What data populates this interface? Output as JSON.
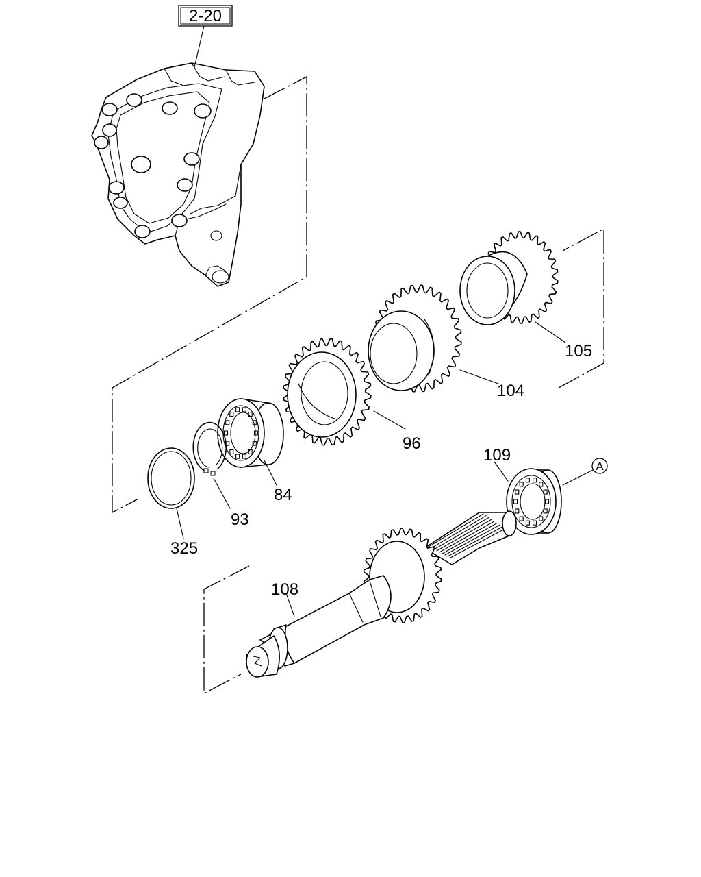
{
  "diagram": {
    "reference_box": "2-20",
    "circle_marker": "A",
    "parts": [
      {
        "id": "p105",
        "label": "105"
      },
      {
        "id": "p104",
        "label": "104"
      },
      {
        "id": "p96",
        "label": "96"
      },
      {
        "id": "p84",
        "label": "84"
      },
      {
        "id": "p93",
        "label": "93"
      },
      {
        "id": "p325",
        "label": "325"
      },
      {
        "id": "p109",
        "label": "109"
      },
      {
        "id": "p108",
        "label": "108"
      }
    ]
  }
}
